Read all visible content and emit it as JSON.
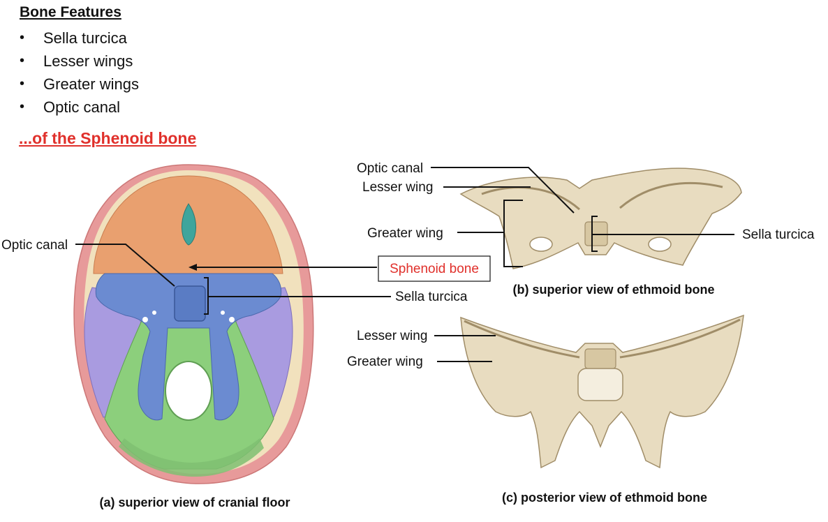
{
  "heading": "Bone Features",
  "features": [
    "Sella turcica",
    "Lesser wings",
    "Greater wings",
    "Optic canal"
  ],
  "subheading": "...of the Sphenoid bone",
  "figure_a": {
    "caption": "(a) superior view of cranial floor",
    "labels": {
      "optic_canal": "Optic canal",
      "sphenoid_bone": "Sphenoid bone",
      "sella_turcica": "Sella turcica"
    }
  },
  "figure_b": {
    "caption": "(b) superior view of ethmoid bone",
    "labels": {
      "optic_canal": "Optic canal",
      "lesser_wing": "Lesser wing",
      "greater_wing": "Greater wing",
      "sella_turcica": "Sella turcica"
    }
  },
  "figure_c": {
    "caption": "(c) posterior view of ethmoid bone",
    "labels": {
      "lesser_wing": "Lesser wing",
      "greater_wing": "Greater wing"
    }
  },
  "colors": {
    "accent_red": "#e0302b",
    "frontal_bone": "#e9a06f",
    "sphenoid_bone": "#6b8bd1",
    "temporal_bone": "#a99be0",
    "occipital_bone": "#8ccf7c",
    "parietal_bone": "#e79a9a",
    "bone_beige": "#e8dcc0"
  }
}
